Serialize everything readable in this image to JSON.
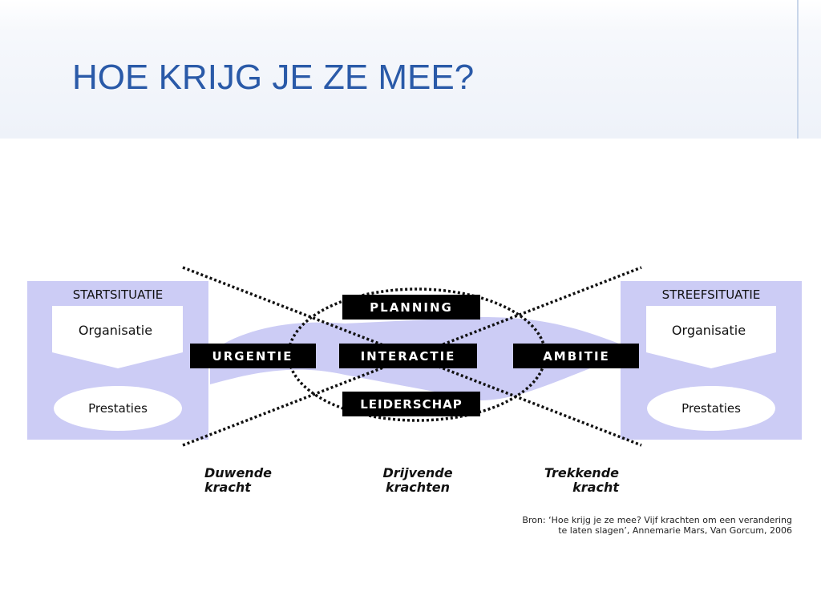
{
  "slide": {
    "title": "HOE KRIJG JE ZE MEE?"
  },
  "diagram": {
    "start": {
      "heading": "STARTSITUATIE",
      "box_1": "Organisatie",
      "box_2": "Prestaties"
    },
    "goal": {
      "heading": "STREEFSITUATIE",
      "box_1": "Organisatie",
      "box_2": "Prestaties"
    },
    "forces": {
      "urgency": "URGENTIE",
      "planning": "PLANNING",
      "interaction": "INTERACTIE",
      "leadership": "LEIDERSCHAP",
      "ambition": "AMBITIE"
    },
    "force_types": {
      "pushing_line_1": "Duwende",
      "pushing_line_2": "kracht",
      "driving_line_1": "Drijvende",
      "driving_line_2": "krachten",
      "pulling_line_1": "Trekkende",
      "pulling_line_2": "kracht"
    },
    "source": {
      "line_1": "Bron: ‘Hoe krijg je ze mee? Vijf krachten om een verandering",
      "line_2": "te laten slagen’, Annemarie Mars, Van Gorcum, 2006"
    },
    "colors": {
      "panel": "#ccccf5",
      "label_box": "#000000",
      "label_text": "#ffffff",
      "title": "#2a5aa8"
    }
  }
}
